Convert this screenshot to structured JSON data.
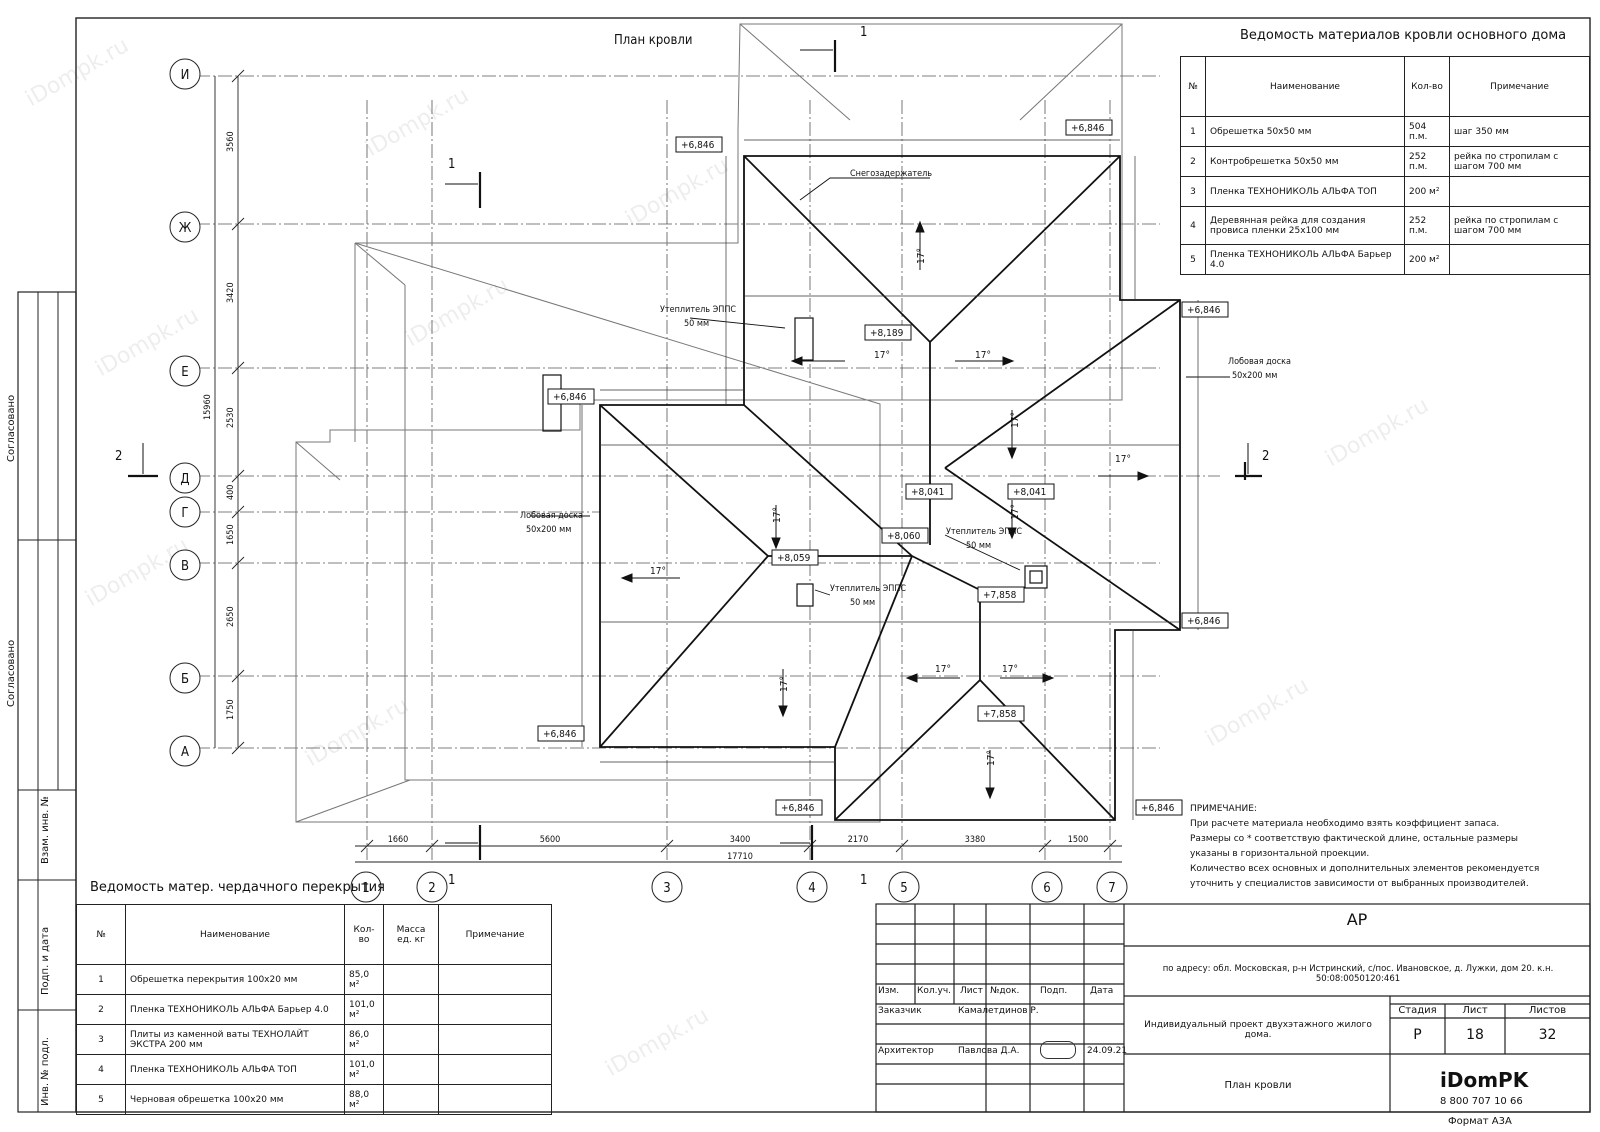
{
  "drawing_title": "План кровли",
  "watermark": "iDompk.ru",
  "axes_rows": [
    "И",
    "Ж",
    "Е",
    "Д",
    "Г",
    "В",
    "Б",
    "А"
  ],
  "axes_cols": [
    "1",
    "2",
    "3",
    "4",
    "5",
    "6",
    "7"
  ],
  "dims_left": [
    "3560",
    "3420",
    "2530",
    "400",
    "1650",
    "2650",
    "1750",
    "15960"
  ],
  "dims_bottom": [
    "1660",
    "5600",
    "3400",
    "2170",
    "3380",
    "1500",
    "17710"
  ],
  "elevations": [
    "+6,846",
    "+6,846",
    "+6,846",
    "+6,846",
    "+6,846",
    "+6,846",
    "+6,846",
    "+6,846",
    "+8,189",
    "+8,041",
    "+8,041",
    "+8,060",
    "+8,059",
    "+7,858",
    "+7,858"
  ],
  "labels": {
    "snow": "Снегозадержатель",
    "insul1": "Утеплитель ЭППС",
    "insul1b": "50 мм",
    "insul2": "Утеплитель ЭППС",
    "insul2b": "50 мм",
    "insul3": "Утеплитель ЭППС",
    "insul3b": "50 мм",
    "fascia1": "Лобовая доска",
    "fascia1b": "50х200 мм",
    "fascia2": "Лобовая доска",
    "fascia2b": "50х200 мм",
    "slope": "17°",
    "section1": "1",
    "section2": "2"
  },
  "roof_table": {
    "title": "Ведомость материалов кровли основного дома",
    "headers": [
      "№",
      "Наименование",
      "Кол-во",
      "Примечание"
    ],
    "rows": [
      [
        "1",
        "Обрешетка 50х50 мм",
        "504 п.м.",
        "шаг 350 мм"
      ],
      [
        "2",
        "Контробрешетка 50х50 мм",
        "252 п.м.",
        "рейка по стропилам с шагом 700 мм"
      ],
      [
        "3",
        "Пленка ТЕХНОНИКОЛЬ АЛЬФА ТОП",
        "200 м²",
        ""
      ],
      [
        "4",
        "Деревянная рейка для создания провиса пленки 25х100 мм",
        "252 п.м.",
        "рейка по стропилам с шагом 700 мм"
      ],
      [
        "5",
        "Пленка ТЕХНОНИКОЛЬ АЛЬФА Барьер 4.0",
        "200 м²",
        ""
      ]
    ]
  },
  "attic_table": {
    "title": "Ведомость матер. чердачного перекрытия",
    "headers": [
      "№",
      "Наименование",
      "Кол-во",
      "Масса ед. кг",
      "Примечание"
    ],
    "rows": [
      [
        "1",
        "Обрешетка перекрытия 100х20 мм",
        "85,0 м²",
        "",
        ""
      ],
      [
        "2",
        "Пленка ТЕХНОНИКОЛЬ АЛЬФА Барьер 4.0",
        "101,0 м²",
        "",
        ""
      ],
      [
        "3",
        "Плиты из каменной ваты ТЕХНОЛАЙТ ЭКСТРА 200 мм",
        "86,0 м²",
        "",
        ""
      ],
      [
        "4",
        "Пленка ТЕХНОНИКОЛЬ АЛЬФА ТОП",
        "101,0 м²",
        "",
        ""
      ],
      [
        "5",
        "Черновая обрешетка 100х20 мм",
        "88,0 м²",
        "",
        ""
      ]
    ]
  },
  "notes": {
    "head": "ПРИМЕЧАНИЕ:",
    "l1": "При расчете материала необходимо взять коэффициент запаса.",
    "l2": "Размеры со * соответствую фактической длине, остальные размеры указаны в горизонтальной проекции.",
    "l3": "Количество всех основных и дополнительных элементов рекомендуется уточнить у специалистов зависимости от выбранных производителей."
  },
  "stamp": {
    "code": "АР",
    "address": "по адресу: обл. Московская, р-н Истринский, с/пос. Ивановское, д. Лужки, дом 20. к.н. 50:08:0050120:461",
    "cols": [
      "Изм.",
      "Кол.уч.",
      "Лист",
      "№док.",
      "Подп.",
      "Дата"
    ],
    "customer_label": "Заказчик",
    "customer": "Камалетдинов Р.",
    "architect_label": "Архитектор",
    "architect": "Павлова Д.А.",
    "date": "24.09.21",
    "project": "Индивидуальный проект двухэтажного жилого дома.",
    "sheet_name": "План кровли",
    "stage_label": "Стадия",
    "sheet_label": "Лист",
    "sheets_label": "Листов",
    "stage": "Р",
    "sheet": "18",
    "sheets": "32",
    "logo": "iDomPK",
    "phone": "8 800 707 10 66",
    "format": "Формат А3А"
  },
  "side": {
    "agreed1": "Согласовано",
    "agreed2": "Согласовано",
    "inv1": "Взам. инв. №",
    "sign": "Подп. и дата",
    "inv2": "Инв. № подл."
  }
}
